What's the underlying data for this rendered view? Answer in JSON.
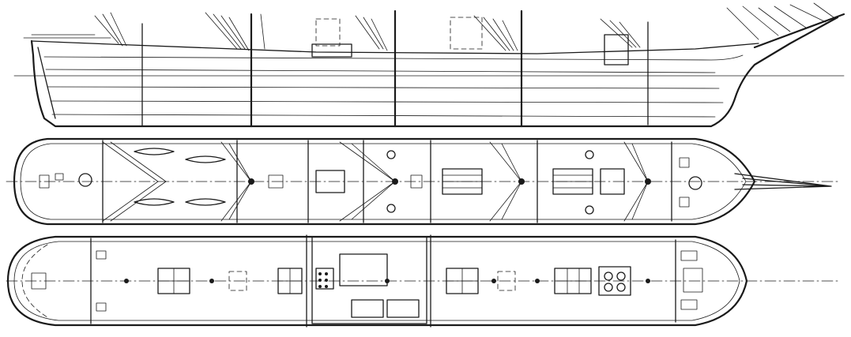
{
  "figure": {
    "views": [
      "sail-profile",
      "upper-deck-plan",
      "main-deck-plan"
    ]
  },
  "colors": {
    "ink": "#1a1a1a",
    "paper": "#ffffff"
  }
}
